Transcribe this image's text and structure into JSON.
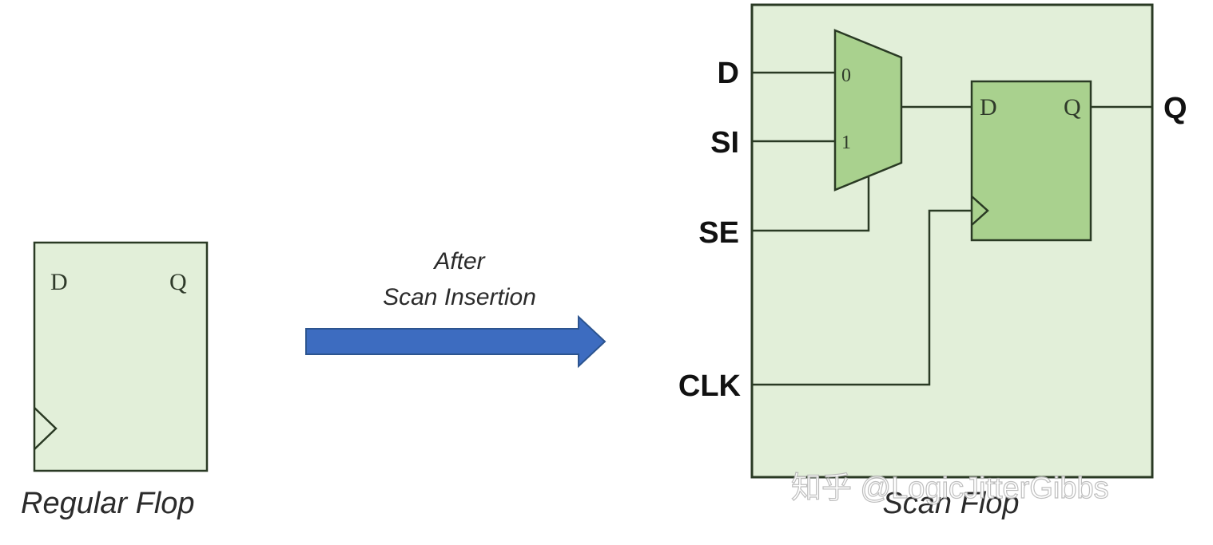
{
  "regular_flop": {
    "pin_d": "D",
    "pin_q": "Q",
    "caption": "Regular Flop"
  },
  "arrow": {
    "label_line1": "After",
    "label_line2": "Scan Insertion",
    "color": "#3d6cc0"
  },
  "scan_flop": {
    "caption": "Scan Flop",
    "ports": {
      "d": "D",
      "si": "SI",
      "se": "SE",
      "clk": "CLK",
      "q": "Q"
    },
    "mux": {
      "in0": "0",
      "in1": "1"
    },
    "flop": {
      "pin_d": "D",
      "pin_q": "Q"
    }
  },
  "colors": {
    "box_fill": "#e2efd9",
    "mux_fill": "#a9d18e",
    "outline": "#2a3a24"
  },
  "watermark": "知乎 @LogicJitterGibbs"
}
